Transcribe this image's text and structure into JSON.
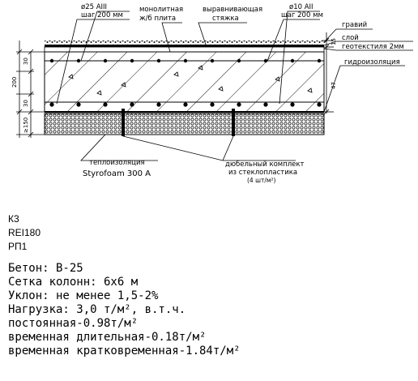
{
  "labels": {
    "rebar_top": "ø25 AIII",
    "rebar_top_spacing": "шаг 200 мм",
    "slab_line1": "монолитная",
    "slab_line2": "ж/б плита",
    "screed_line1": "выравнивающая",
    "screed_line2": "стяжка",
    "rebar_right": "ø10 AII",
    "rebar_right_spacing": "шаг 200 мм",
    "gravel": "гравий",
    "layer": "слой",
    "geotextile": "геотекстиля 2мм",
    "waterproofing": "гидроизоляция",
    "insulation": "теплоизоляция",
    "insulation_product": "Styrofoam 300 A",
    "dowel_line1": "дюбельный комплект",
    "dowel_line2": "из стеклопластика",
    "dowel_line3": "(4 шт/м²)"
  },
  "dimensions": {
    "left_top": "30",
    "left_total": "200",
    "left_bottom": "30",
    "left_insulation": "≥150",
    "right_top": "15",
    "right_mid": "47"
  },
  "codes": [
    "К3",
    "REI180",
    "РП1"
  ],
  "notes": [
    "Бетон: В-25",
    "Сетка колонн: 6х6 м",
    "Уклон: не менее 1,5-2%",
    "Нагрузка: 3,0 т/м², в.т.ч.",
    "постоянная-0.98т/м²",
    "временная длительная-0.18т/м²",
    "временная кратковременная-1.84т/м²"
  ]
}
